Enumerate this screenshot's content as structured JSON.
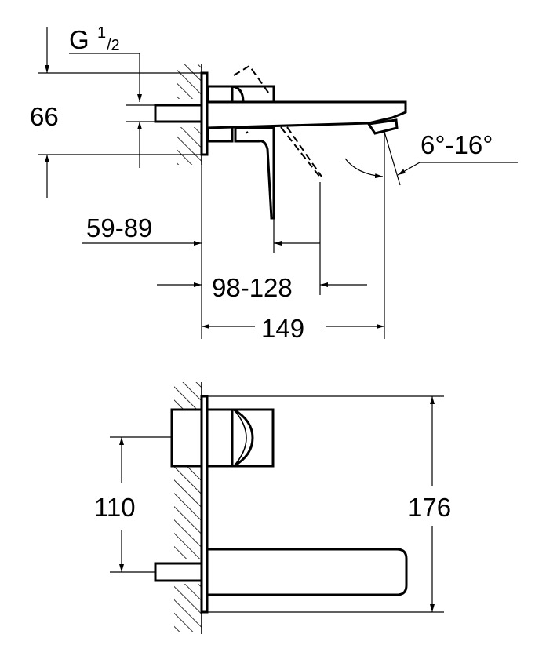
{
  "drawing": {
    "thread_label": "G",
    "thread_sup": "1",
    "thread_sub": "/2",
    "dims": {
      "height_66": "66",
      "wall_59_89": "59-89",
      "lever_98_128": "98-128",
      "projection_149": "149",
      "angle": "6°-16°",
      "spacing_110": "110",
      "height_176": "176"
    }
  }
}
